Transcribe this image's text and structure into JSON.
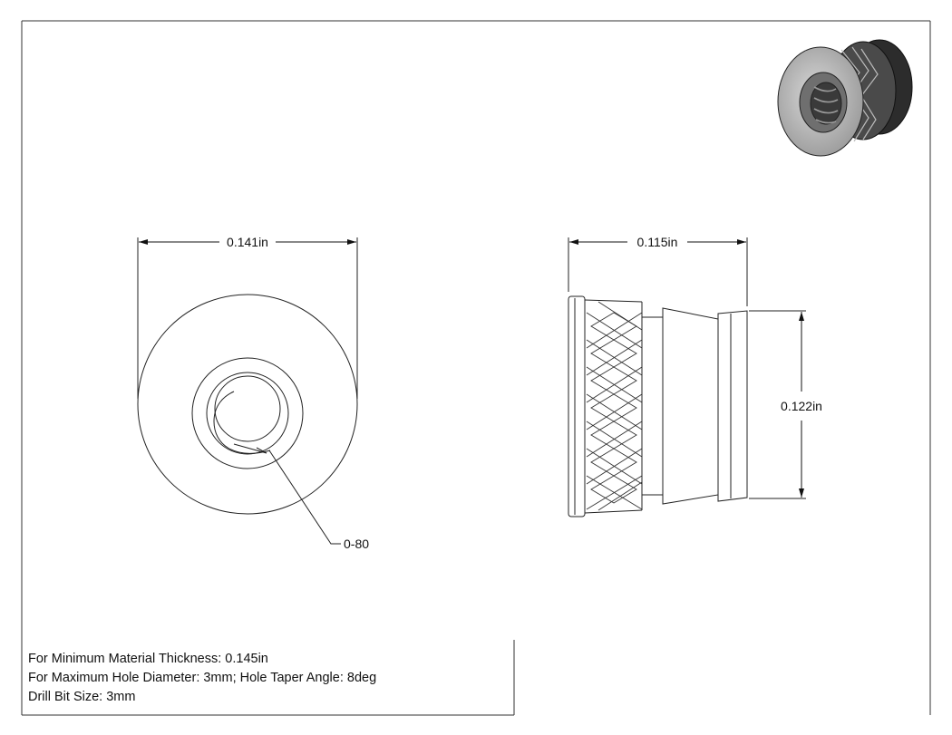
{
  "dimensions": {
    "front_width": "0.141in",
    "side_width": "0.115in",
    "side_height": "0.122in",
    "thread_callout": "0-80"
  },
  "notes": {
    "min_material_thickness": "For Minimum Material Thickness: 0.145in",
    "max_hole_diameter": "For Maximum Hole Diameter: 3mm; Hole Taper Angle: 8deg",
    "drill_bit_size": "Drill Bit Size: 3mm"
  }
}
